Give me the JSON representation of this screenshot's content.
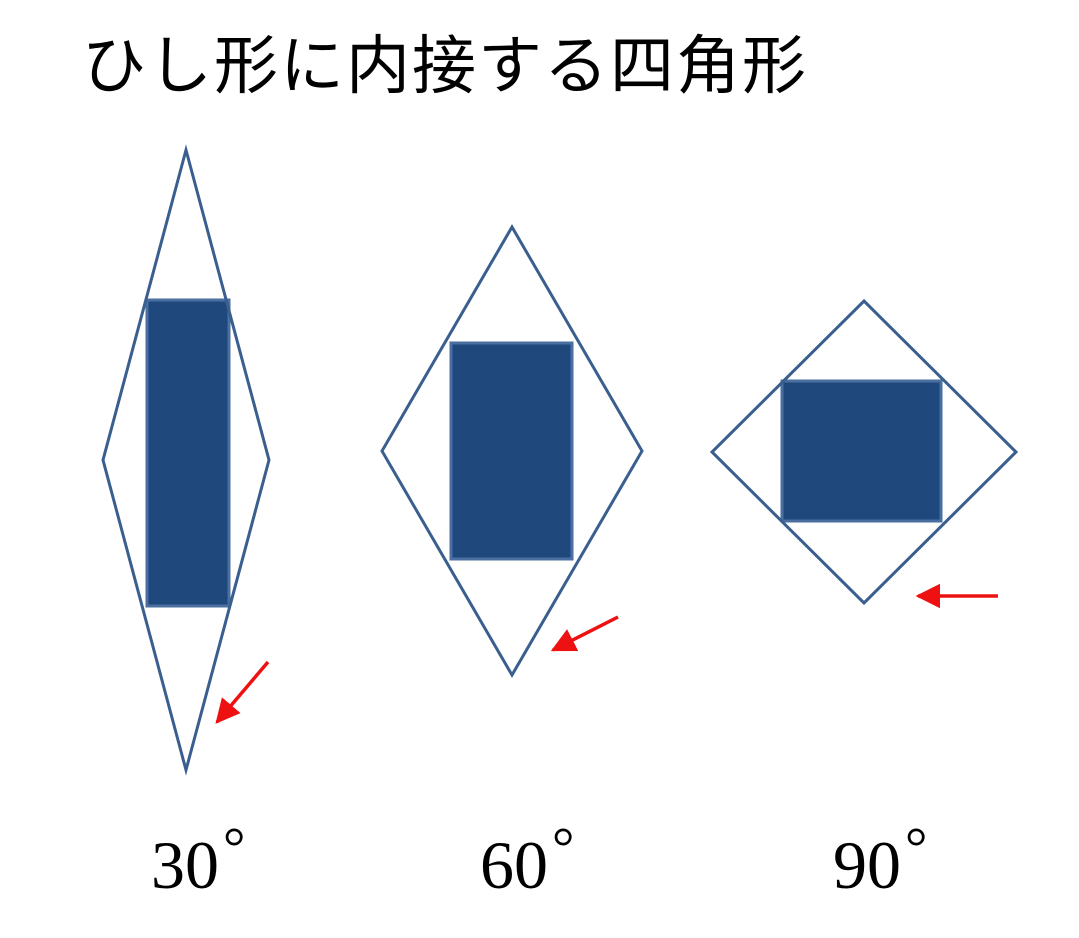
{
  "slide": {
    "title": "ひし形に内接する四角形"
  },
  "colors": {
    "rhombus_stroke": "#3a5f8f",
    "rectangle_fill": "#1f497d",
    "rectangle_stroke": "#4a6fa0",
    "arrow": "#ee1111"
  },
  "figures": [
    {
      "angle_value": "30",
      "angle_symbol": "°"
    },
    {
      "angle_value": "60",
      "angle_symbol": "°"
    },
    {
      "angle_value": "90",
      "angle_symbol": "°"
    }
  ]
}
